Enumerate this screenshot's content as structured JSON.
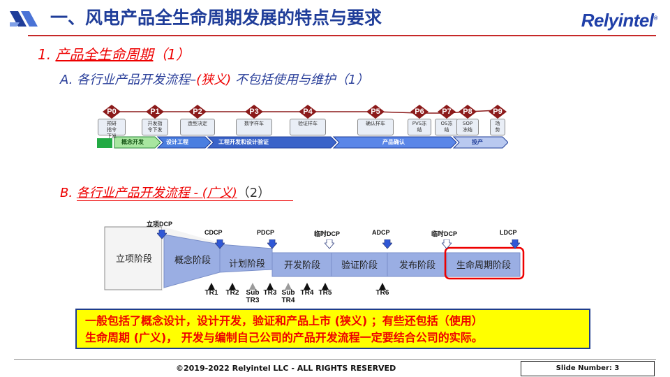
{
  "header": {
    "title": "一、风电产品全生命周期发展的特点与要求",
    "brand": "Relyintel",
    "brand_mark": "®"
  },
  "section1": {
    "number": "1.",
    "title": "产品全生命周期",
    "suffix": "（1）"
  },
  "subA": {
    "prefix": "A.  各行业产品开发流程–",
    "highlight": "(狭义)",
    "suffix": " 不包括使用与维护（1）"
  },
  "flowA": {
    "points": [
      "P0",
      "P1",
      "P2",
      "P3",
      "P4",
      "P5",
      "P6",
      "P7",
      "P8",
      "P9"
    ],
    "tasks": [
      "预研\n指令\n下发",
      "开发指\n令下发",
      "造型决定",
      "数字样车",
      "验证样车",
      "确认样车",
      "PVS冻\n结",
      "OS冻\n结",
      "SOP\n冻结",
      "场\n势"
    ],
    "phases": [
      "概念开发",
      "设计工程",
      "工程开发和设计验证",
      "产品确认",
      "投产"
    ]
  },
  "secB": {
    "prefix": "B.  ",
    "title": "各行业产品开发流程 - (广义)",
    "num": "（2）"
  },
  "flowB": {
    "dcps": [
      "立项DCP",
      "CDCP",
      "PDCP",
      "临时DCP",
      "ADCP",
      "临时DCP",
      "LDCP"
    ],
    "stages": [
      "立项阶段",
      "概念阶段",
      "计划阶段",
      "开发阶段",
      "验证阶段",
      "发布阶段",
      "生命周期阶段"
    ],
    "trs": [
      "TR1",
      "TR2",
      "Sub\nTR3",
      "TR3",
      "Sub\nTR4",
      "TR4",
      "TR5",
      "TR6"
    ]
  },
  "note": {
    "line1": "一般包括了概念设计，设计开发，验证和产品上市 (狭义) ；有些还包括（使用）",
    "line2": "生命周期 (广义)， 开发与编制自己公司的产品开发流程一定要结合公司的实际。"
  },
  "footer": {
    "copyright": "©2019-2022 Relyintel LLC - ALL RIGHTS RESERVED",
    "slide_number": "Slide Number: 3"
  },
  "colors": {
    "title_blue": "#1f3d99",
    "accent_red": "#e00000",
    "diamond": "#8b1a1a",
    "phase_green": "#22aa44",
    "phase_blue": "#3a63c9",
    "stage_blue": "#9aaee3",
    "note_yellow": "#ffff00"
  }
}
